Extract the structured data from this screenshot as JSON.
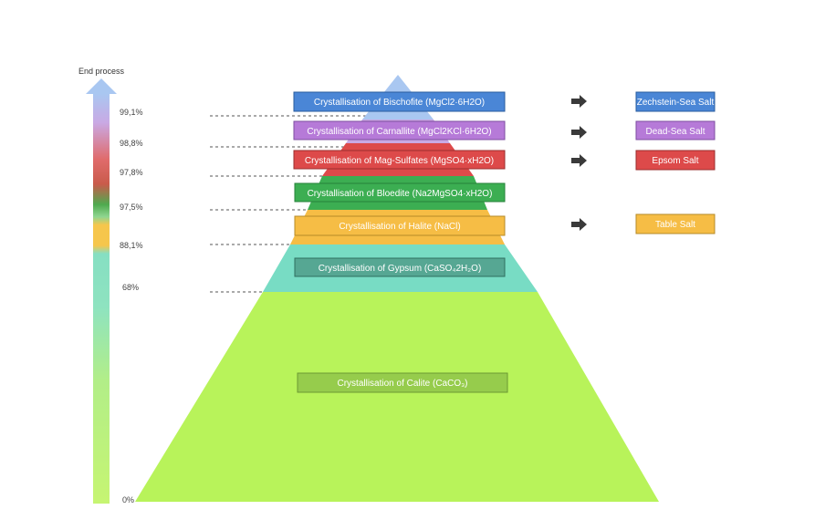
{
  "arrow_title": "End process",
  "colors": {
    "bischofite": "#4a86d6",
    "carnallite": "#b67ad8",
    "magsulfate": "#dd4a4a",
    "bloedite": "#3cae52",
    "halite": "#f6bd45",
    "gypsum": "#6dcfb5",
    "gypsum_box": "#56a793",
    "calcite": "#b8f35a",
    "calcite_box": "#96cc4c"
  },
  "percentages": [
    "99,1%",
    "98,8%",
    "97,8%",
    "97,5%",
    "88,1%",
    "68%",
    "0%"
  ],
  "stages": [
    {
      "label": "Crystallisation of Bischofite (MgCl2·6H2O)"
    },
    {
      "label": "Crystallisation of Carnallite (MgCl2KCl·6H2O)"
    },
    {
      "label": "Crystallisation of Mag-Sulfates (MgSO4·xH2O)"
    },
    {
      "label": "Crystallisation of Bloedite (Na2MgSO4·xH2O)"
    },
    {
      "label": "Crystallisation of Halite (NaCl)"
    },
    {
      "label": "Crystallisation of Gypsum (CaSO₄2H₂O)"
    },
    {
      "label": "Crystallisation of Calite (CaCO₃)"
    }
  ],
  "products": [
    {
      "label": "Zechstein-Sea Salt"
    },
    {
      "label": "Dead-Sea Salt"
    },
    {
      "label": "Epsom Salt"
    },
    {
      "label": "Table Salt"
    }
  ]
}
